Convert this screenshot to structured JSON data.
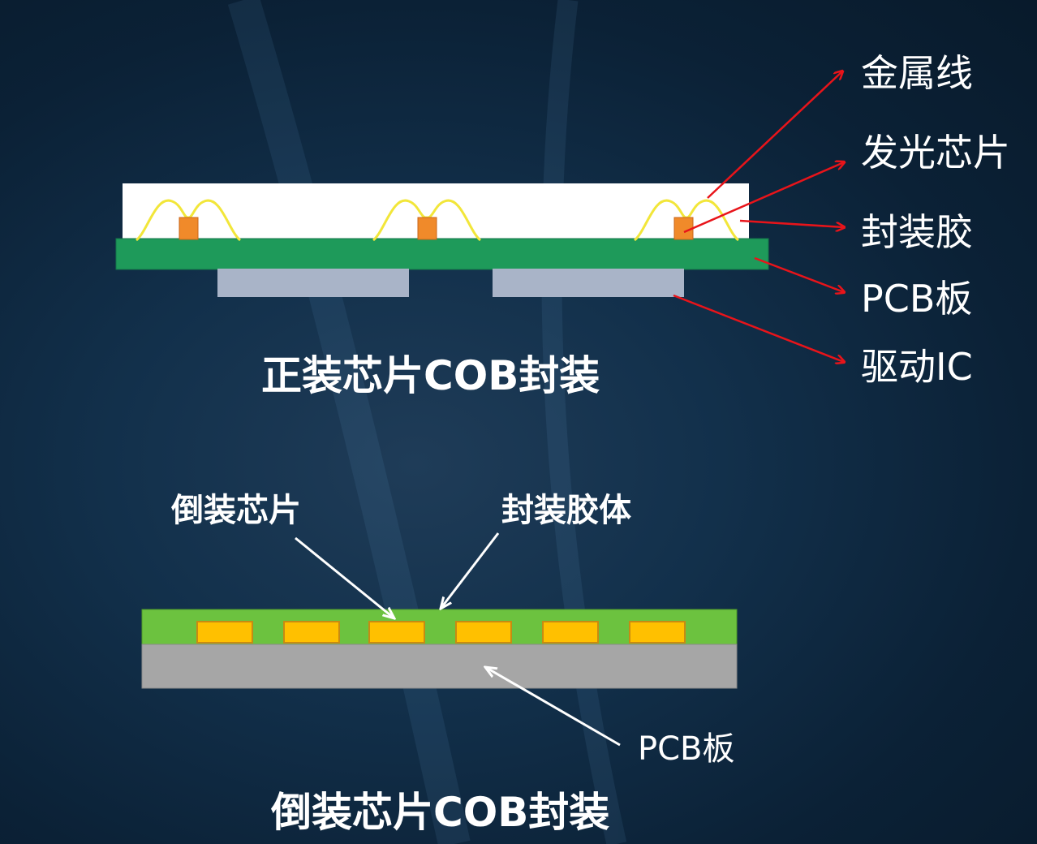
{
  "top_section": {
    "caption": "正装芯片COB封装",
    "labels": {
      "metal_wire": "金属线",
      "led_chip": "发光芯片",
      "encapsulant": "封装胶",
      "pcb": "PCB板",
      "driver_ic": "驱动IC"
    }
  },
  "bottom_section": {
    "caption": "倒装芯片COB封装",
    "labels": {
      "flip_chip": "倒装芯片",
      "encapsulant_body": "封装胶体",
      "pcb": "PCB板"
    }
  },
  "colors": {
    "arrow_red": "#e8141a",
    "arrow_white": "#ffffff",
    "pcb_green": "#1e9a5a",
    "encapsulant_white": "#ffffff",
    "wire_yellow": "#f2e63a",
    "chip_orange": "#f08a2a",
    "driver_ic_gray": "#a9b4c8",
    "flip_encapsulant_green": "#6cc23f",
    "flip_chip_yellow": "#ffc000",
    "flip_pcb_gray": "#a6a6a6"
  }
}
